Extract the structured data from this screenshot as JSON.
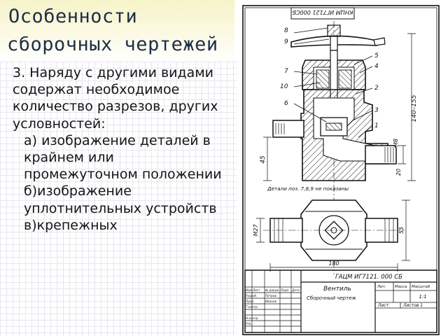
{
  "slide": {
    "title_line1": "Особенности",
    "title_line2": "сборочных чертежей",
    "paragraphs": [
      "3. Наряду с другими видами содержат необходимое количество разрезов, других условностей:",
      "а) изображение деталей в крайнем или промежуточном положении",
      "б)изображение уплотнительных устройств",
      "в)крепежных"
    ]
  },
  "drawing": {
    "top_stamp": "КНЦМ ИГ7121 000СБ",
    "part_labels": [
      "8",
      "9",
      "5",
      "4",
      "7",
      "10",
      "2",
      "6",
      "3",
      "1"
    ],
    "dimensions": {
      "height_range": "140–155",
      "left_height": "45",
      "thread_right": "М8",
      "small_right": "20",
      "thread_left": "М27",
      "plan_height": "55",
      "width": "180"
    },
    "note": "Детали поз. 7,8,9 не показаны",
    "title_block": {
      "code": "ГАЦМ ИГ7121. 000 СБ",
      "name": "Вентиль",
      "doc_type": "Сборочный чертеж",
      "col_litera": "Лит.",
      "col_mass": "Масса",
      "col_scale": "Масштаб",
      "scale": "1:1",
      "sheet": "Лист",
      "sheets": "Листов 1",
      "rows": [
        "Изм",
        "Лист",
        "№ докум.",
        "Подп.",
        "Дата",
        "Разраб.",
        "Петров",
        "Пров.",
        "Иванов",
        "Т.контр.",
        "Н.контр.",
        "Утв."
      ]
    }
  }
}
